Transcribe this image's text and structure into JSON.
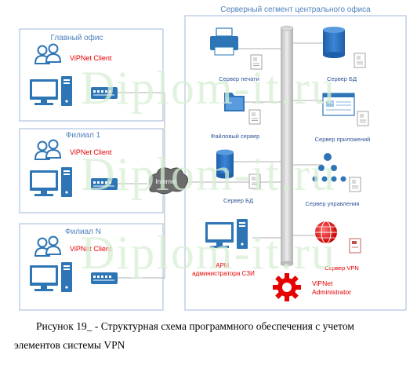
{
  "diagram": {
    "server_segment_title": "Серверный сегмент центрального офиса",
    "branches": [
      {
        "title": "Главный офис",
        "client": "ViPNet Client"
      },
      {
        "title": "Филиал 1",
        "client": "ViPNet Client"
      },
      {
        "title": "Филиал N",
        "client": "ViPNet Client"
      }
    ],
    "internet_label": "Internet",
    "servers": {
      "print": "Сервер печати",
      "db_top": "Сервер БД",
      "file": "Файловый сервер",
      "apps": "Сервер приложений",
      "db_mid": "Сервер БД",
      "mgmt": "Сервер управления",
      "arm": "АРМ администратора СЗИ",
      "vpn": "Сервер VPN",
      "admin": "ViPNet Administrator"
    },
    "colors": {
      "frame": "#9fb8dd",
      "title_text": "#4f81bd",
      "client_text": "#e60000",
      "device_blue": "#2e75b6",
      "pipe": "#c9c9c9"
    },
    "watermark": "Diplom-it.ru"
  },
  "caption": {
    "line1": "Рисунок 19_ - Структурная схема программного обеспечения с учетом",
    "line2": "элементов системы VPN"
  }
}
